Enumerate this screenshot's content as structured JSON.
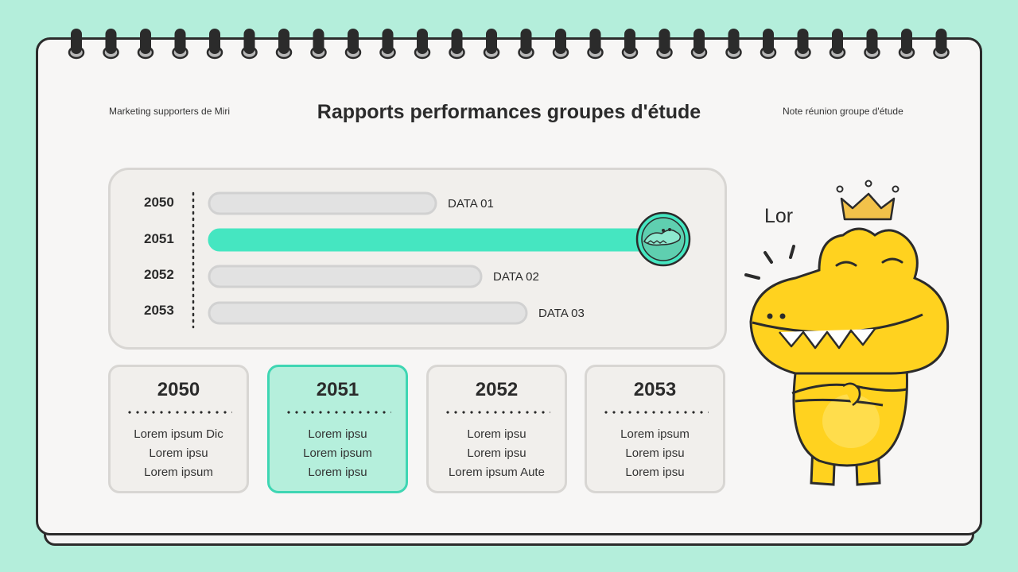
{
  "header": {
    "left_note": "Marketing supporters de Miri",
    "title": "Rapports performances groupes d'étude",
    "right_note": "Note réunion groupe d'étude"
  },
  "chart_data": {
    "type": "bar",
    "orientation": "horizontal",
    "categories": [
      "2050",
      "2051",
      "2052",
      "2053"
    ],
    "values": [
      0.5,
      1.0,
      0.6,
      0.7
    ],
    "bar_labels": [
      "DATA 01",
      "",
      "DATA 02",
      "DATA 03"
    ],
    "highlight_index": 1,
    "colors": {
      "bar": "#e2e2e2",
      "bar_border": "#d1d1d1",
      "highlight": "#45e6c1",
      "text": "#2b2b2b"
    },
    "grid": false
  },
  "cards": [
    {
      "year": "2050",
      "lines": [
        "Lorem ipsum Dic",
        "Lorem ipsu",
        "Lorem ipsum"
      ],
      "active": false
    },
    {
      "year": "2051",
      "lines": [
        "Lorem ipsu",
        "Lorem ipsum",
        "Lorem ipsu"
      ],
      "active": true
    },
    {
      "year": "2052",
      "lines": [
        "Lorem ipsu",
        "Lorem ipsu",
        "Lorem ipsum Aute"
      ],
      "active": false
    },
    {
      "year": "2053",
      "lines": [
        "Lorem ipsum",
        "Lorem ipsu",
        "Lorem ipsu"
      ],
      "active": false
    }
  ],
  "mascot": {
    "word": "Lor",
    "icon": "crocodile-mascot-icon"
  }
}
